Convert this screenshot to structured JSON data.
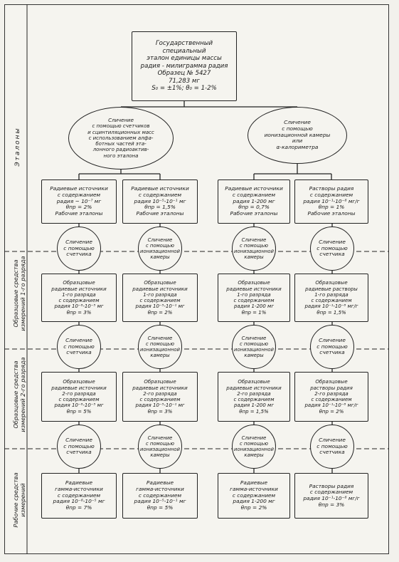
{
  "top": "Государственный специальный\nэталон единицы массы\nрадия - милиграмма радия\nОбразец № 5427\n71,283 мг\nS₀ = ±1%;  θ₀ = 1-2%",
  "compare": {
    "left": "Сличение\nс помощью счетчиков\nи сцинтиляционных масс\nс использованием алфа-\nботных частей эта-\nлонного радиоактив-\nного эталона",
    "right": "Сличение\nс помощью\nионизационной камеры\nили\nα-калориметра"
  },
  "etalons": [
    "Радиевые источники\nс содержанием\nрадия ~ 10⁻⁷ мг\nθпр = 2%\nРабочие эталоны",
    "Радиевые источники\nс содержанием\nрадия 10⁻⁵-10⁻¹ мг\nθпр = 1,5%\nРабочие эталоны",
    "Радиевые источники\nс содержанием\nрадия 1-200 мг\nθпр = 0,7%\nРабочие эталоны",
    "Растворы радия\nс содержанием\nрадия 10⁻¹-10⁻⁸ мг/г\nθпр = 1%\nРабочие эталоны"
  ],
  "circles_1": [
    "Сличение\nс помощью\nсчетчика",
    "Сличение\nс помощью\nионизационной\nкамеры",
    "Сличение\nс помощью\nионизационной\nкамеры",
    "Сличение\nс помощью\nсчетчика"
  ],
  "rank1": [
    "Образцовые\nрадиевые источники\n1-го разряда\nс содержанием\nрадия 10⁻⁸-10⁻⁵ мг\nθпр = 3%",
    "Образцовые\nрадиевые источники\n1-го разряда\nс содержанием\nрадия 10⁻⁵-10⁻¹ мг\nθпр = 2%",
    "Образцовые\nрадиевые источники\n1-го разряда\nс содержанием\nрадия 1-200 мг\nθпр = 1%",
    "Образцовые\nрадиевые растворы\n1-го разряда\nс содержанием\nрадия 10⁻¹-10⁻⁸ мг/г\nθпр = 1,5%"
  ],
  "circles_2": [
    "Сличение\nс помощью\nсчетчика",
    "Сличение\nс помощью\nионизационной\nкамеры",
    "Сличение\nс помощью\nионизационной\nкамеры",
    "Сличение\nс помощью\nсчетчика"
  ],
  "rank2": [
    "Образцовые\nрадиевые источники\n2-го разряда\nс содержанием\nрадия 10⁻⁸-10⁻⁵ мг\nθпр = 5%",
    "Образцовые\nрадиевые источники\n2-го разряда\nс содержанием\nрадия 10⁻⁵-10⁻¹ мг\nθпр = 3%",
    "Образцовые\nрадиевые источники\n2-го разряда\nс содержанием\nрадия 1-200 мг\nθпр = 1,5%",
    "Образцовые\nрастворы радия\n2-го разряда\nс содержанием\nрадия 10⁻¹-10⁻⁸ мг/г\nθпр = 2%"
  ],
  "circles_3": [
    "Сличение\nс помощью\nсчетчика",
    "Сличение\nс помощью\nионизационной\nкамеры",
    "Сличение\nс помощью\nионизационной\nкамеры",
    "Сличение\nс помощью\nсчетчика"
  ],
  "working": [
    "Радиевые\nгамма-источники\nс содержанием\nрадия 10⁻⁸-10⁻⁵ мг\nθпр = 7%",
    "Радиевые\nгамма-источники\nс содержанием\nрадия 10⁻⁵-10⁻¹ мг\nθпр = 5%",
    "Радиевые\nгамма-источники\nс содержанием\nрадия 1-200 мг\nθпр = 2%",
    "Растворы радия\nс содержанием\nрадия 10⁻¹-10⁻⁸ мг/г\nθпр = 3%"
  ],
  "rows": {
    "etalons": "Эталоны",
    "ref1": "Образцовые средства\nизмерений 1-го разряда",
    "ref2": "Образцовые средства\nизмерений 2-го разряда",
    "work": "Рабочие средства\nизмерений"
  }
}
